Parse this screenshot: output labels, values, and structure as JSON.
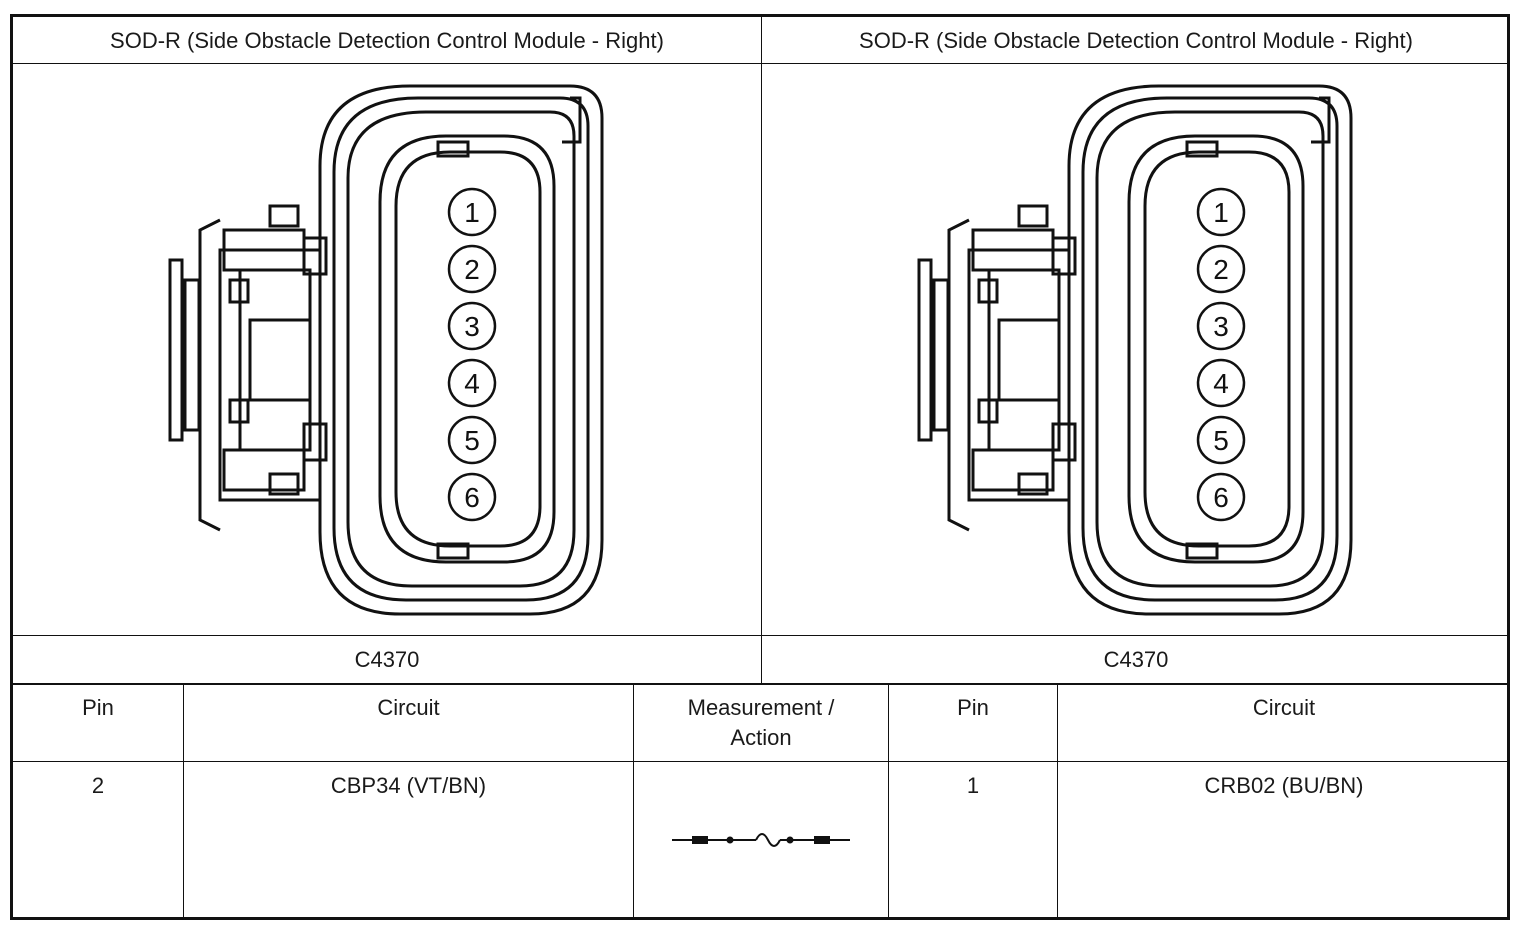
{
  "left_panel": {
    "title": "SOD-R (Side Obstacle Detection Control Module - Right)",
    "connector": "C4370",
    "pins": [
      "1",
      "2",
      "3",
      "4",
      "5",
      "6"
    ]
  },
  "right_panel": {
    "title": "SOD-R (Side Obstacle Detection Control Module - Right)",
    "connector": "C4370",
    "pins": [
      "1",
      "2",
      "3",
      "4",
      "5",
      "6"
    ]
  },
  "table": {
    "headers": {
      "pin_left": "Pin",
      "circuit_left": "Circuit",
      "measurement_line1": "Measurement /",
      "measurement_line2": "Action",
      "pin_right": "Pin",
      "circuit_right": "Circuit"
    },
    "row": {
      "pin_left": "2",
      "circuit_left": "CBP34 (VT/BN)",
      "measurement_icon": "fused-jumper-icon",
      "pin_right": "1",
      "circuit_right": "CRB02 (BU/BN)"
    }
  }
}
